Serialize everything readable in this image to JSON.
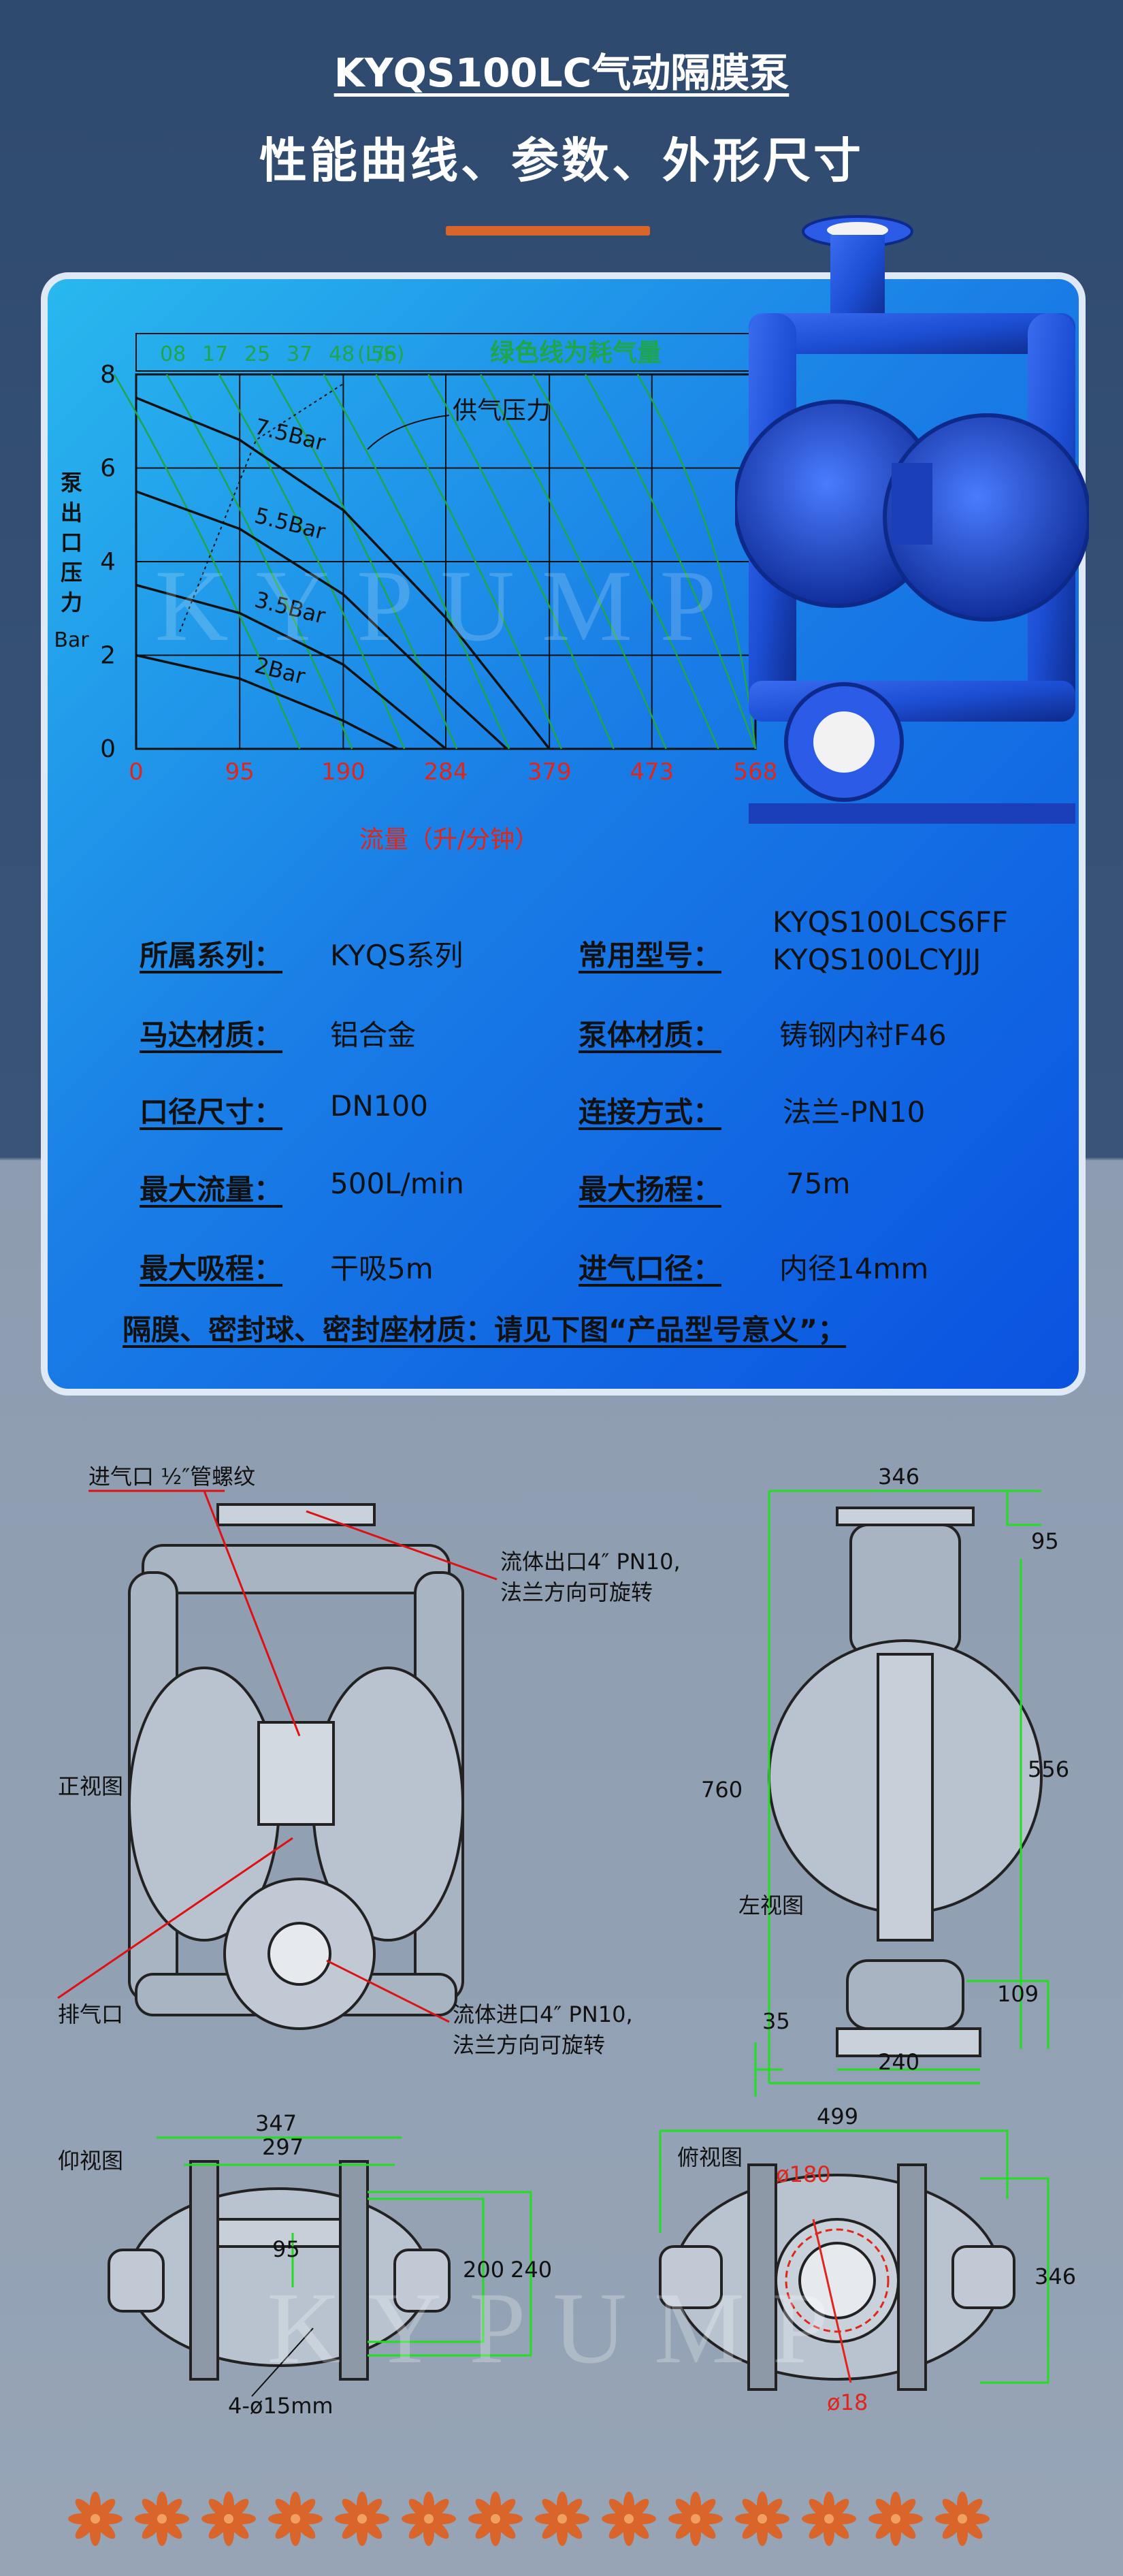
{
  "header": {
    "model_title": "KYQS100LC气动隔膜泵",
    "subtitle": "性能曲线、参数、外形尺寸"
  },
  "chart_data": {
    "type": "line",
    "top_axis_ticks": [
      "08",
      "17",
      "25",
      "37",
      "48",
      "56"
    ],
    "top_axis_unit": "(L/S)",
    "top_note": "绿色线为耗气量",
    "ylabel": "泵出口压力",
    "yunit": "Bar",
    "xlabel": "流量（升/分钟）",
    "xlim": [
      0,
      568
    ],
    "ylim": [
      0,
      8
    ],
    "x_ticks": [
      "0",
      "95",
      "190",
      "284",
      "379",
      "473",
      "568"
    ],
    "y_ticks": [
      "0",
      "2",
      "4",
      "6",
      "8"
    ],
    "air_supply_label": "供气压力",
    "series": [
      {
        "name": "7.5Bar",
        "x": [
          0,
          95,
          190,
          284,
          379
        ],
        "y": [
          7.5,
          6.6,
          5.1,
          2.8,
          0
        ]
      },
      {
        "name": "5.5Bar",
        "x": [
          0,
          95,
          190,
          284,
          340
        ],
        "y": [
          5.5,
          4.7,
          3.3,
          1.2,
          0
        ]
      },
      {
        "name": "3.5Bar",
        "x": [
          0,
          95,
          190,
          284
        ],
        "y": [
          3.5,
          2.9,
          1.8,
          0
        ]
      },
      {
        "name": "2Bar",
        "x": [
          0,
          95,
          190,
          240
        ],
        "y": [
          2.0,
          1.5,
          0.6,
          0
        ]
      }
    ]
  },
  "watermark": "KYPUMP",
  "specs": {
    "series_label": "所属系列：",
    "series_value": "KYQS系列",
    "model_label": "常用型号：",
    "model_value_1": "KYQS100LCS6FF",
    "model_value_2": "KYQS100LCYJJJ",
    "motor_label": "马达材质：",
    "motor_value": "铝合金",
    "body_label": "泵体材质：",
    "body_value": "铸钢内衬F46",
    "bore_label": "口径尺寸：",
    "bore_value": "DN100",
    "conn_label": "连接方式：",
    "conn_value": "法兰-PN10",
    "flow_label": "最大流量：",
    "flow_value": "500L/min",
    "head_label": "最大扬程：",
    "head_value": "75m",
    "suction_label": "最大吸程：",
    "suction_value": "干吸5m",
    "air_label": "进气口径：",
    "air_value": "内径14mm",
    "note": "隔膜、密封球、密封座材质：请见下图“产品型号意义”；"
  },
  "drawings": {
    "front_view": "正视图",
    "left_view": "左视图",
    "bottom_view": "仰视图",
    "top_view": "俯视图",
    "air_inlet": "进气口 ½″管螺纹",
    "outlet_1": "流体出口4″ PN10,",
    "outlet_2": "法兰方向可旋转",
    "exhaust": "排气口",
    "inlet_1": "流体进口4″ PN10,",
    "inlet_2": "法兰方向可旋转",
    "dim_346a": "346",
    "dim_95a": "95",
    "dim_760": "760",
    "dim_556": "556",
    "dim_35": "35",
    "dim_109": "109",
    "dim_240a": "240",
    "dim_347": "347",
    "dim_297": "297",
    "dim_95b": "95",
    "dim_200": "200",
    "dim_240b": "240",
    "dim_holes": "4-ø15mm",
    "dim_499": "499",
    "dim_346b": "346",
    "dim_d180": "ø180",
    "dim_d18": "ø18"
  },
  "colors": {
    "accent_orange": "#d9652b",
    "chart_green": "#1fa64a",
    "chart_red": "#e0261b",
    "dim_green": "#22dd22",
    "pump_blue": "#1d4fd6"
  }
}
